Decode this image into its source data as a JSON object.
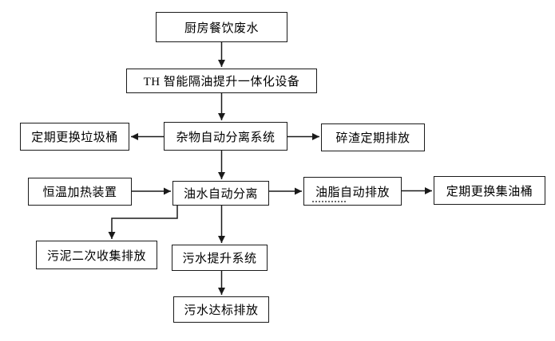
{
  "diagram": {
    "type": "flowchart",
    "language": "zh-CN",
    "nodes": {
      "kitchen_wastewater": {
        "label": "厨房餐饮废水"
      },
      "th_unit": {
        "label": "TH 智能隔油提升一体化设备"
      },
      "debris_separation": {
        "label": "杂物自动分离系统"
      },
      "trash_bin_replace": {
        "label": "定期更换垃圾桶"
      },
      "residue_discharge": {
        "label": "碎渣定期排放"
      },
      "heating_device": {
        "label": "恒温加热装置"
      },
      "oil_water_separation": {
        "label": "油水自动分离"
      },
      "grease_discharge": {
        "label": "油脂自动排放"
      },
      "oil_barrel_replace": {
        "label": "定期更换集油桶"
      },
      "sludge_collection": {
        "label": "污泥二次收集排放"
      },
      "sewage_lift_system": {
        "label": "污水提升系统"
      },
      "final_discharge": {
        "label": "污水达标排放"
      }
    },
    "edges": [
      {
        "from": "kitchen_wastewater",
        "to": "th_unit",
        "direction": "down"
      },
      {
        "from": "th_unit",
        "to": "debris_separation",
        "direction": "down"
      },
      {
        "from": "debris_separation",
        "to": "trash_bin_replace",
        "direction": "left"
      },
      {
        "from": "debris_separation",
        "to": "residue_discharge",
        "direction": "right"
      },
      {
        "from": "debris_separation",
        "to": "oil_water_separation",
        "direction": "down"
      },
      {
        "from": "heating_device",
        "to": "oil_water_separation",
        "direction": "right"
      },
      {
        "from": "oil_water_separation",
        "to": "grease_discharge",
        "direction": "right"
      },
      {
        "from": "grease_discharge",
        "to": "oil_barrel_replace",
        "direction": "right"
      },
      {
        "from": "oil_water_separation",
        "to": "sludge_collection",
        "direction": "elbow-down-left-down"
      },
      {
        "from": "oil_water_separation",
        "to": "sewage_lift_system",
        "direction": "down"
      },
      {
        "from": "sewage_lift_system",
        "to": "final_discharge",
        "direction": "down"
      }
    ]
  },
  "colors": {
    "background": "#ffffff",
    "box_border": "#1a1a1a",
    "text": "#000000",
    "connector": "#1a1a1a"
  }
}
